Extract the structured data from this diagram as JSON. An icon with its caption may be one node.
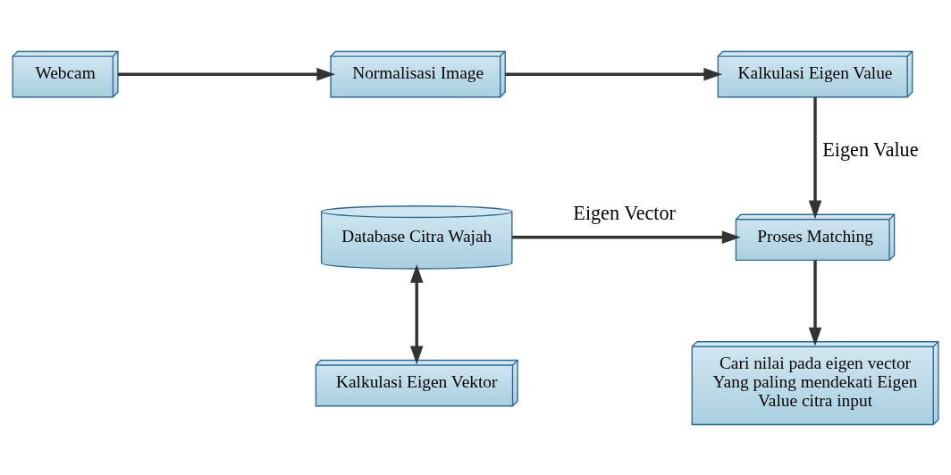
{
  "diagram": {
    "nodes": [
      {
        "text": [
          "Webcam"
        ]
      },
      {
        "text": [
          "Normalisasi Image"
        ]
      },
      {
        "text": [
          "Kalkulasi Eigen Value"
        ]
      },
      {
        "text": [
          "Database Citra Wajah"
        ]
      },
      {
        "text": [
          "Proses Matching"
        ]
      },
      {
        "text": [
          "Kalkulasi Eigen Vektor"
        ]
      },
      {
        "text": [
          "Cari nilai pada eigen vector Yang paling mendekati Eigen Value citra input"
        ]
      }
    ],
    "edges": [
      {
        "from": 0,
        "to": 1,
        "arrow": "to"
      },
      {
        "from": 1,
        "to": 2,
        "arrow": "to"
      },
      {
        "from": 2,
        "to": 4,
        "arrow": "to",
        "label": "Eigen Value"
      },
      {
        "from": 3,
        "to": 4,
        "arrow": "to",
        "label": "Eigen Vector"
      },
      {
        "from": 4,
        "to": 6,
        "arrow": "to"
      },
      {
        "from": 3,
        "to": 5,
        "arrow": "both"
      }
    ]
  }
}
